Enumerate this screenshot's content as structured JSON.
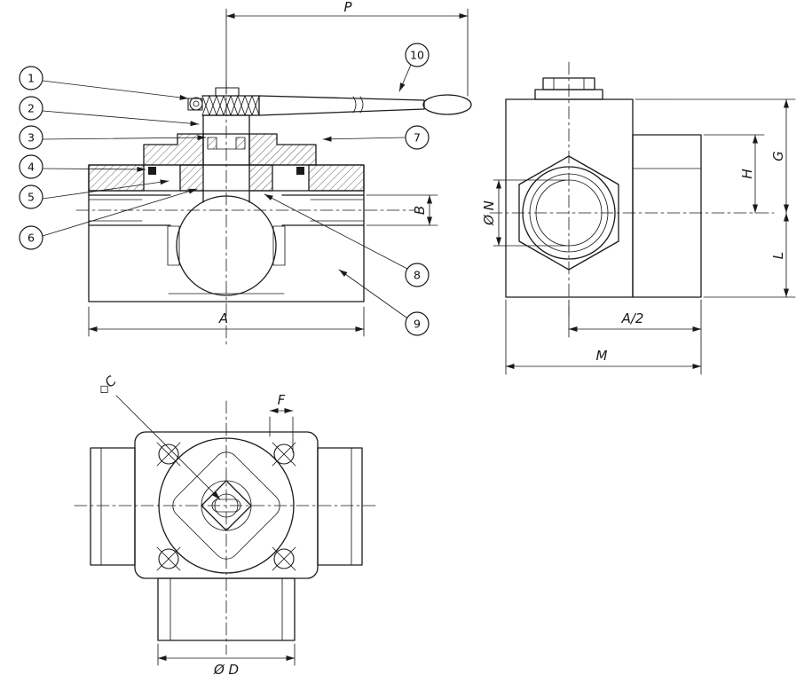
{
  "drawing": {
    "description": "3-way ball valve technical drawing, three orthographic views with part callouts and dimension letters",
    "callouts": [
      "1",
      "2",
      "3",
      "4",
      "5",
      "6",
      "7",
      "8",
      "9",
      "10"
    ],
    "dims": {
      "p": "P",
      "b": "B",
      "a": "A",
      "g": "G",
      "h": "H",
      "n": "Ø N",
      "l": "L",
      "a2": "A/2",
      "m": "M",
      "c": "◇C",
      "f": "F",
      "d": "Ø D"
    },
    "colors": {
      "line": "#1a1a1a",
      "background": "#ffffff"
    }
  }
}
